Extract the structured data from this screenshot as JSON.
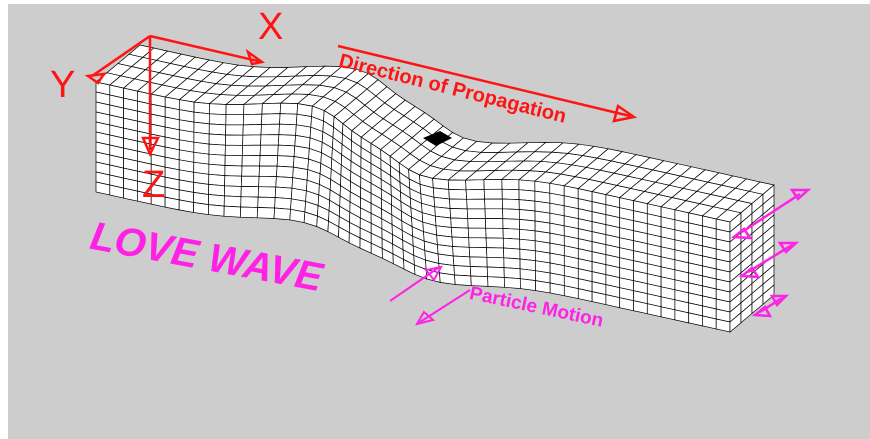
{
  "axes": {
    "x": "X",
    "y": "Y",
    "z": "Z"
  },
  "labels": {
    "direction": "Direction of Propagation",
    "wave_name": "LOVE WAVE",
    "particle_motion": "Particle Motion"
  },
  "colors": {
    "background": "#cdcdcd",
    "axes": "#ff1414",
    "love_wave": "#ff22e6",
    "mesh_fill": "#ffffff",
    "mesh_line": "#000000"
  }
}
